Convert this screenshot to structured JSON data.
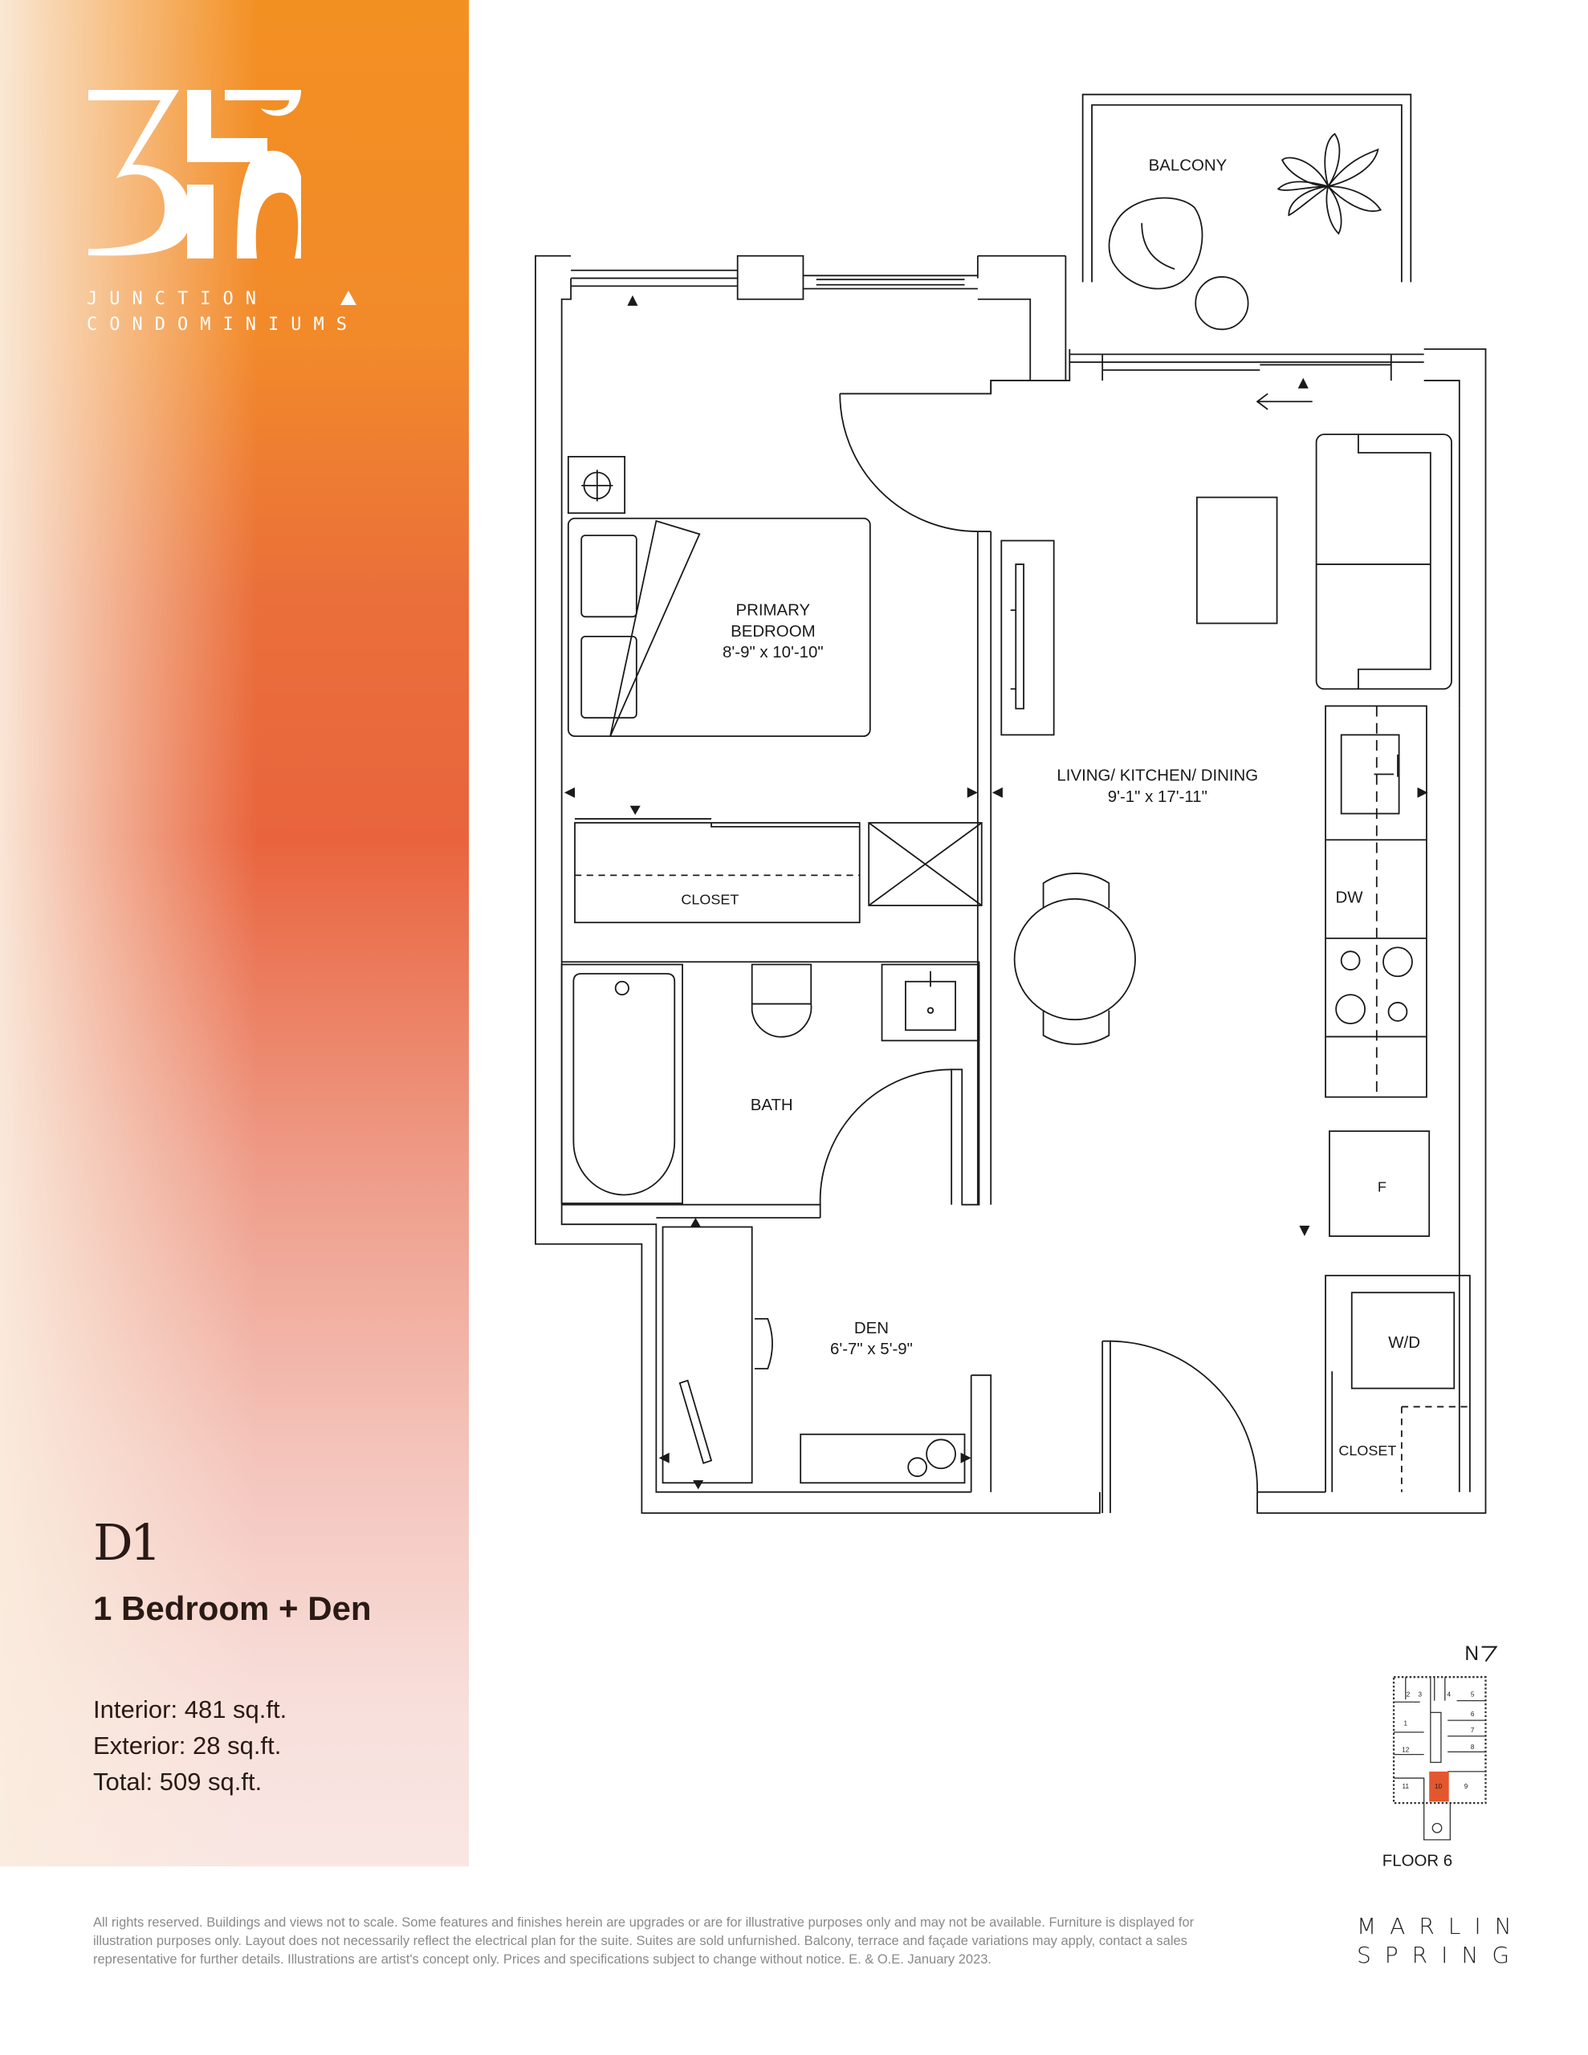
{
  "brand": {
    "logo_text": "316",
    "line1": "JUNCTION",
    "line2": "CONDOMINIUMS",
    "colors": {
      "orange": "#f39022",
      "red_orange": "#e9643d",
      "pink": "#f8e0dc",
      "highlight_unit": "#e4572e"
    }
  },
  "unit": {
    "code": "D1",
    "type": "1 Bedroom + Den",
    "specs": [
      "Interior: 481 sq.ft.",
      "Exterior: 28 sq.ft.",
      "Total: 509 sq.ft."
    ]
  },
  "plan": {
    "rooms": {
      "balcony": "BALCONY",
      "bedroom_name1": "PRIMARY",
      "bedroom_name2": "BEDROOM",
      "bedroom_dims": "8'-9\" x 10'-10\"",
      "living_name": "LIVING/ KITCHEN/ DINING",
      "living_dims": "9'-1\" x 17'-11\"",
      "closet": "CLOSET",
      "bath": "BATH",
      "den_name": "DEN",
      "den_dims": "6'-7\" x 5'-9\"",
      "dw": "DW",
      "fridge": "F",
      "wd": "W/D",
      "closet2": "CLOSET"
    }
  },
  "keyplate": {
    "north": "N",
    "floor": "FLOOR 6",
    "units": [
      "1",
      "2",
      "3",
      "4",
      "5",
      "6",
      "7",
      "8",
      "9",
      "10",
      "11",
      "12"
    ],
    "selected_unit": "10"
  },
  "footer": {
    "disclaimer": "All rights reserved. Buildings and views not to scale. Some features and finishes herein are upgrades or are for illustrative purposes only and may not be available. Furniture is displayed for illustration purposes only. Layout does not necessarily reflect the electrical plan for the suite. Suites are sold unfurnished. Balcony, terrace and façade variations may apply, contact a sales representative for further details. Illustrations are artist's concept only. Prices and specifications subject to change without notice. E. & O.E. January 2023.",
    "developer_line1": "MARLIN",
    "developer_line2": "SPRING"
  }
}
